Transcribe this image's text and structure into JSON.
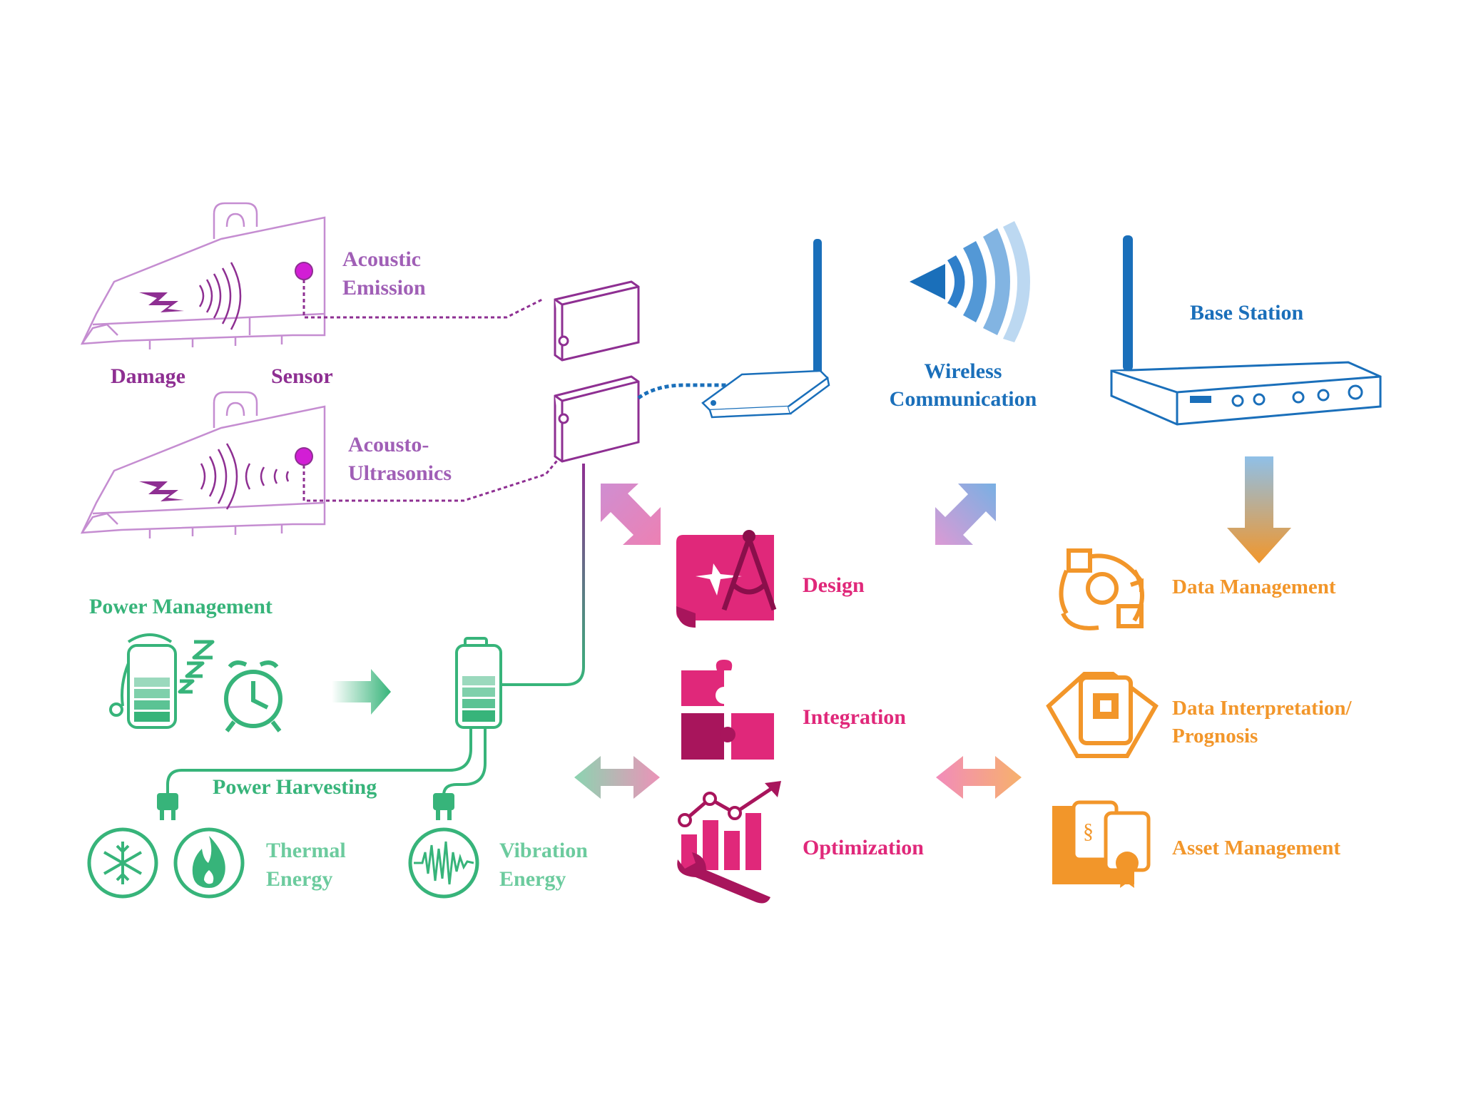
{
  "sensing": {
    "acoustic_emission": [
      "Acoustic",
      "Emission"
    ],
    "acousto_ultrasonics": [
      "Acousto-",
      "Ultrasonics"
    ],
    "damage": "Damage",
    "sensor": "Sensor"
  },
  "communication": {
    "wireless": [
      "Wireless",
      "Communication"
    ],
    "base_station": "Base Station"
  },
  "power": {
    "management": "Power Management",
    "harvesting": "Power Harvesting",
    "thermal": [
      "Thermal",
      "Energy"
    ],
    "vibration": [
      "Vibration",
      "Energy"
    ]
  },
  "design_block": {
    "design": "Design",
    "integration": "Integration",
    "optimization": "Optimization"
  },
  "data_block": {
    "data_management": "Data  Management",
    "interpretation": [
      "Data Interpretation/",
      "Prognosis"
    ],
    "asset_management": "Asset   Management"
  },
  "colors": {
    "purple": "#8e2f92",
    "purple_light": "#a05fb6",
    "blue": "#1a6fba",
    "green": "#37b47a",
    "pink": "#e0287a",
    "orange": "#f2962a"
  }
}
